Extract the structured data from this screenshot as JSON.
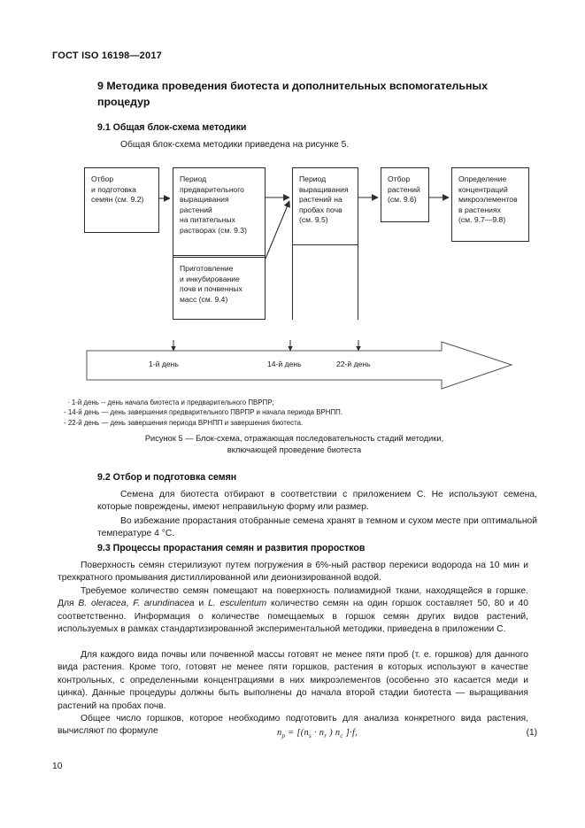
{
  "document": {
    "running_header": "ГОСТ ISO 16198—2017",
    "page_number": "10"
  },
  "clause": {
    "number_title": "9 Методика проведения биотеста и дополнительных вспомогательных процедур",
    "sub_91": "9.1 Общая блок-схема методики",
    "sub_91_text": "Общая блок-схема методики приведена на рисунке 5.",
    "sub_92": "9.2 Отбор и подготовка семян",
    "sub_92_p1": "Семена для биотеста отбирают в соответствии с приложением С. Не используют семена, которые повреждены, имеют неправильную форму или размер.",
    "sub_92_p2": "Во избежание прорастания отобранные семена хранят в темном и сухом месте при оптимальной температуре 4 °C.",
    "sub_93": "9.3 Процессы прорастания семян и развития проростков",
    "sub_93_p1": "Поверхность семян стерилизуют путем погружения в 6%-ный раствор перекиси водорода на 10 мин и трехкратного промывания дистиллированной или деионизированной водой.",
    "sub_93_p2_a": "Требуемое количество семян помещают на поверхность полиамидной ткани, находящейся в горшке. Для ",
    "sub_93_p2_i1": "B. oleracea",
    "sub_93_p2_b": ", ",
    "sub_93_p2_i2": "F. arundinacea",
    "sub_93_p2_c": " и ",
    "sub_93_p2_i3": "L. esculentum",
    "sub_93_p2_d": " количество семян на один горшок составляет 50, 80 и 40 соответственно. Информация о количестве помещаемых в горшок семян других видов растений, используемых в рамках стандартизированной экспериментальной методики, приведена в приложении С.",
    "sub_93_p3": "Для каждого вида почвы или почвенной массы готовят не менее пяти проб (т. е. горшков) для данного вида растения. Кроме того, готовят не менее пяти горшков, растения в которых используют в качестве контрольных, с определенными концентрациями в них микроэлементов (особенно это касается меди и цинка). Данные процедуры должны быть выполнены до начала второй стадии биотеста — выращивания растений на пробах почв.",
    "sub_93_p4": "Общее число горшков, которое необходимо подготовить для анализа конкретного вида растения, вычисляют по формуле"
  },
  "formula": {
    "equation_number": "(1)",
    "lhs": "n",
    "lhs_sub": "p",
    "eq": " = [(",
    "t1": "n",
    "t1_sub": "s",
    "t2": " · ",
    "t3": "n",
    "t3_sub": "r",
    "t4": " ) ",
    "t5": "n",
    "t5_sub": "c",
    "t6": " ]·",
    "t7": "f",
    "t8": ","
  },
  "figure": {
    "boxes": [
      {
        "id": "b1",
        "text": "Отбор\nи подготовка\nсемян (см. 9.2)"
      },
      {
        "id": "b2",
        "text": "Период\nпредварительного\nвыращивания\nрастений\nна питательных\nрастворах (см. 9.3)"
      },
      {
        "id": "b3",
        "text": "Приготовление\nи инкубирование\nпочв и почвенных\nмасс (см. 9.4)"
      },
      {
        "id": "b4",
        "text": "Период\nвыращивания\nрастений на\nпробах почв\n(см. 9.5)"
      },
      {
        "id": "b5",
        "text": "Отбор\nрастений\n(см. 9.6)"
      },
      {
        "id": "b6",
        "text": "Определение\nконцентраций\nмикроэлементов\nв растениях\n(см. 9.7—9.8)"
      }
    ],
    "timeline_labels": [
      "1-й день",
      "14-й день",
      "22-й день"
    ],
    "notes": [
      "· 1-й день -- день начала биотеста и предварительного ПВРПР;",
      "- 14-й день  —  день завершения предварительного ПВРПР и начала периода ВРНПП.",
      "- 22-й день  —  день завершения периода ВРНПП и завершения биотеста."
    ],
    "caption_line1": "Рисунок 5 — Блок-схема, отражающая последовательность стадий методики,",
    "caption_line2": "включающей проведение биотеста"
  },
  "colors": {
    "ink": "#1a1a1a",
    "rule": "#2b2b2b",
    "paper": "#ffffff"
  }
}
